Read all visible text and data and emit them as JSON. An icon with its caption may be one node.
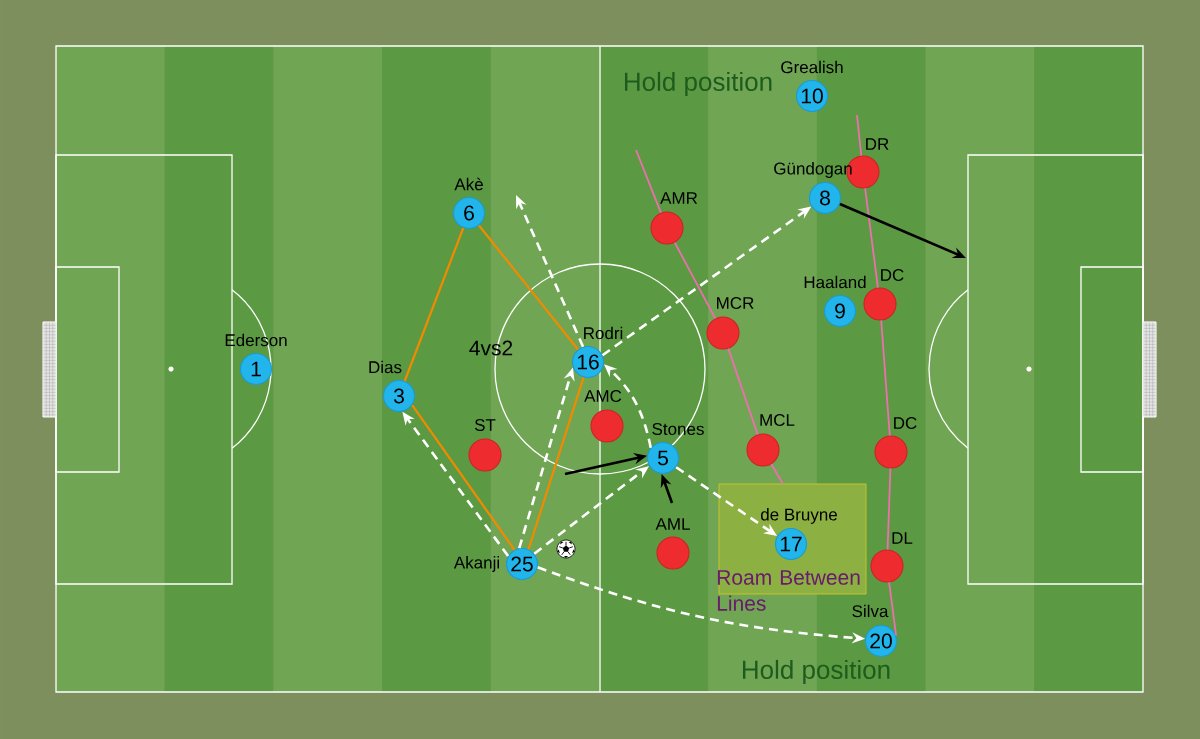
{
  "diagram": {
    "nodes": [
      {
        "text": [
          "Ederson",
          "1"
        ]
      },
      {
        "text": [
          "Akè",
          "6"
        ]
      },
      {
        "text": [
          "Dias",
          "3"
        ]
      },
      {
        "text": [
          "Rodri",
          "16"
        ]
      },
      {
        "text": [
          "Akanji",
          "25"
        ]
      },
      {
        "text": [
          "Stones",
          "5"
        ]
      },
      {
        "text": [
          "ST"
        ]
      },
      {
        "text": [
          "AMC"
        ]
      },
      {
        "text": [
          "AMR"
        ]
      },
      {
        "text": [
          "MCR"
        ]
      },
      {
        "text": [
          "MCL"
        ]
      },
      {
        "text": [
          "AML"
        ]
      },
      {
        "text": [
          "Grealish",
          "10"
        ]
      },
      {
        "text": [
          "DR"
        ]
      },
      {
        "text": [
          "Gündogan",
          "8"
        ]
      },
      {
        "text": [
          "Haaland",
          "9"
        ]
      },
      {
        "text": [
          "DC"
        ]
      },
      {
        "text": [
          "DC"
        ]
      },
      {
        "text": [
          "Roam Between Lines"
        ]
      },
      {
        "text": [
          "de Bruyne",
          "17"
        ],
        "in": 18
      },
      {
        "text": [
          "DL"
        ]
      },
      {
        "text": [
          "Silva",
          "20"
        ]
      }
    ],
    "edges": [
      {
        "from": 1,
        "to": 2,
        "arrow": "none",
        "color": "#f28a00"
      },
      {
        "from": 1,
        "to": 3,
        "arrow": "none",
        "color": "#f28a00"
      },
      {
        "from": 2,
        "to": 4,
        "arrow": "none",
        "color": "#f28a00"
      },
      {
        "from": 4,
        "to": 3,
        "arrow": "none",
        "color": "#f28a00"
      },
      {
        "from": null,
        "to": 8,
        "arrow": "none",
        "color": "#ec6fae"
      },
      {
        "from": 8,
        "to": 9,
        "arrow": "none",
        "color": "#ec6fae"
      },
      {
        "from": 9,
        "to": 10,
        "arrow": "none",
        "color": "#ec6fae"
      },
      {
        "from": 10,
        "to": 18,
        "arrow": "none",
        "color": "#ec6fae"
      },
      {
        "from": null,
        "to": 13,
        "arrow": "none",
        "color": "#ec6fae"
      },
      {
        "from": 13,
        "to": 16,
        "arrow": "none",
        "color": "#ec6fae"
      },
      {
        "from": 16,
        "to": 17,
        "arrow": "none",
        "color": "#ec6fae"
      },
      {
        "from": 17,
        "to": 20,
        "arrow": "none",
        "color": "#ec6fae"
      },
      {
        "from": 20,
        "to": 21,
        "arrow": "none",
        "color": "#ec6fae"
      },
      {
        "from": 3,
        "to": null,
        "arrow": "to",
        "style": "dashed",
        "color": "#ffffff"
      },
      {
        "from": 3,
        "to": 14,
        "arrow": "to",
        "style": "dashed",
        "color": "#ffffff"
      },
      {
        "from": 5,
        "to": 3,
        "arrow": "to",
        "style": "dashed",
        "color": "#ffffff"
      },
      {
        "from": 4,
        "to": 2,
        "arrow": "to",
        "style": "dashed",
        "color": "#ffffff"
      },
      {
        "from": 4,
        "to": 3,
        "arrow": "to",
        "style": "dashed",
        "color": "#ffffff"
      },
      {
        "from": 4,
        "to": 5,
        "arrow": "to",
        "style": "dashed",
        "color": "#ffffff"
      },
      {
        "from": 4,
        "to": 21,
        "arrow": "to",
        "style": "dashed",
        "color": "#ffffff"
      },
      {
        "from": 5,
        "to": 19,
        "arrow": "to",
        "style": "dashed",
        "color": "#ffffff"
      },
      {
        "from": null,
        "to": 5,
        "arrow": "to",
        "color": "#000000"
      },
      {
        "from": null,
        "to": 5,
        "arrow": "to",
        "color": "#000000"
      },
      {
        "from": 14,
        "to": null,
        "arrow": "to",
        "color": "#000000"
      }
    ],
    "labels": [
      "Hold position",
      "4vs2",
      "Hold position"
    ]
  }
}
